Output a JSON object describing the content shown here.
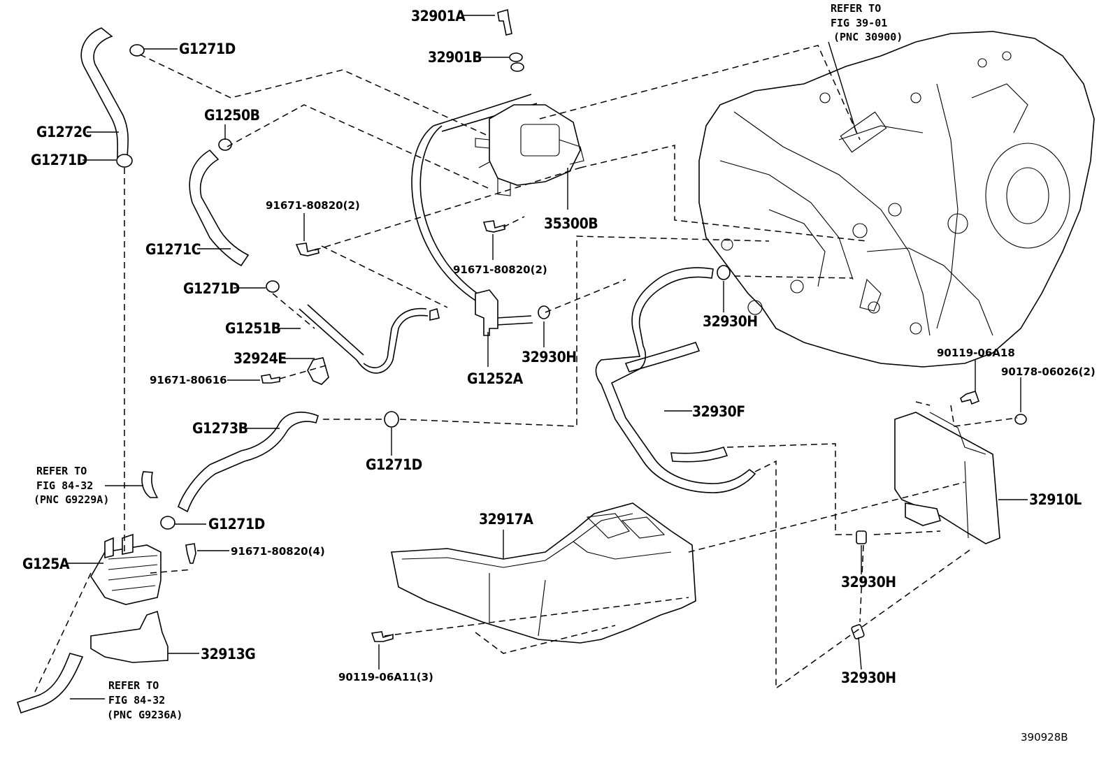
{
  "diagram": {
    "labels": {
      "p32901A": "32901A",
      "p32901B": "32901B",
      "pG1271D_1": "G1271D",
      "pG1272C": "G1272C",
      "pG1271D_2": "G1271D",
      "pG1250B": "G1250B",
      "p91671_80820_2a": "91671-80820(2)",
      "p35300B": "35300B",
      "pG1271C": "G1271C",
      "p91671_80820_2b": "91671-80820(2)",
      "pG1271D_3": "G1271D",
      "pG1251B": "G1251B",
      "p32924E": "32924E",
      "p91671_80616": "91671-80616",
      "pG1252A": "G1252A",
      "p32930H_1": "32930H",
      "p32930H_2": "32930H",
      "pG1273B": "G1273B",
      "pG1271D_4": "G1271D",
      "p32930F": "32930F",
      "pG1271D_5": "G1271D",
      "p91671_80820_4": "91671-80820(4)",
      "pG125A": "G125A",
      "p32917A": "32917A",
      "p32913G": "32913G",
      "p90119_06A11_3": "90119-06A11(3)",
      "p90119_06A18": "90119-06A18",
      "p90178_06026_2": "90178-06026(2)",
      "p32910L": "32910L",
      "p32930H_3": "32930H",
      "p32930H_4": "32930H"
    },
    "refs": {
      "top_right": {
        "l1": "REFER TO",
        "l2": "FIG 39-01",
        "l3": "(PNC 30900)"
      },
      "left_mid": {
        "l1": "REFER TO",
        "l2": "FIG 84-32",
        "l3": "(PNC G9229A)"
      },
      "left_bottom": {
        "l1": "REFER TO",
        "l2": "FIG 84-32",
        "l3": "(PNC G9236A)"
      }
    },
    "figure_id": "390928B"
  }
}
